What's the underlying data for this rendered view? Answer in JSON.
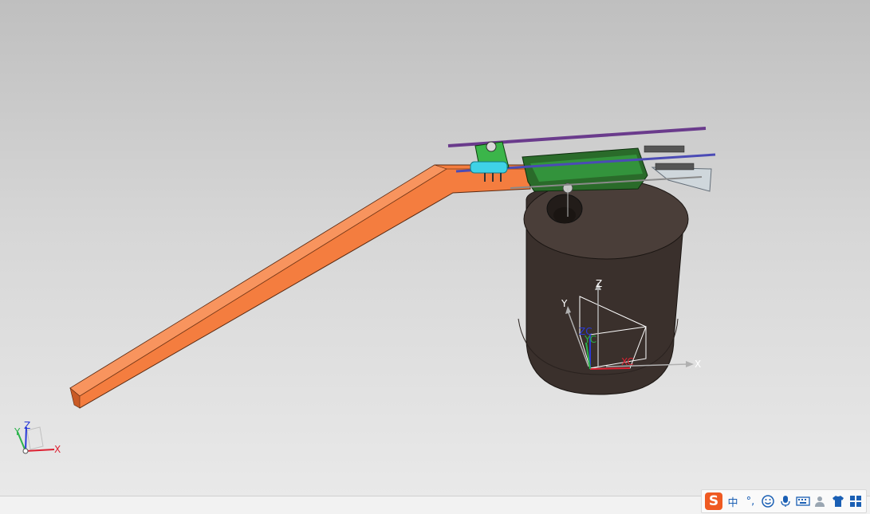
{
  "viewport": {
    "background_top": "#bfbfbf",
    "background_bottom": "#e9e9e9"
  },
  "model": {
    "arm_color": "#f47d3f",
    "tank_color": "#3a302c",
    "pcb_color": "#3bb54a",
    "rod_color": "#6a3b8c",
    "sensor_color": "#3fd2e6"
  },
  "wcs": {
    "x_label": "X",
    "y_label": "Y",
    "z_label": "Z",
    "xc_label": "XC",
    "yc_label": "YC",
    "zc_label": "ZC"
  },
  "triad": {
    "x_label": "X",
    "y_label": "Y",
    "z_label": "Z"
  },
  "ime_toolbar": {
    "logo": "S",
    "mode": "中",
    "punct": "°,",
    "icons": [
      "smiley-icon",
      "microphone-icon",
      "keyboard-icon",
      "user-icon",
      "shirt-icon",
      "grid-icon"
    ]
  }
}
